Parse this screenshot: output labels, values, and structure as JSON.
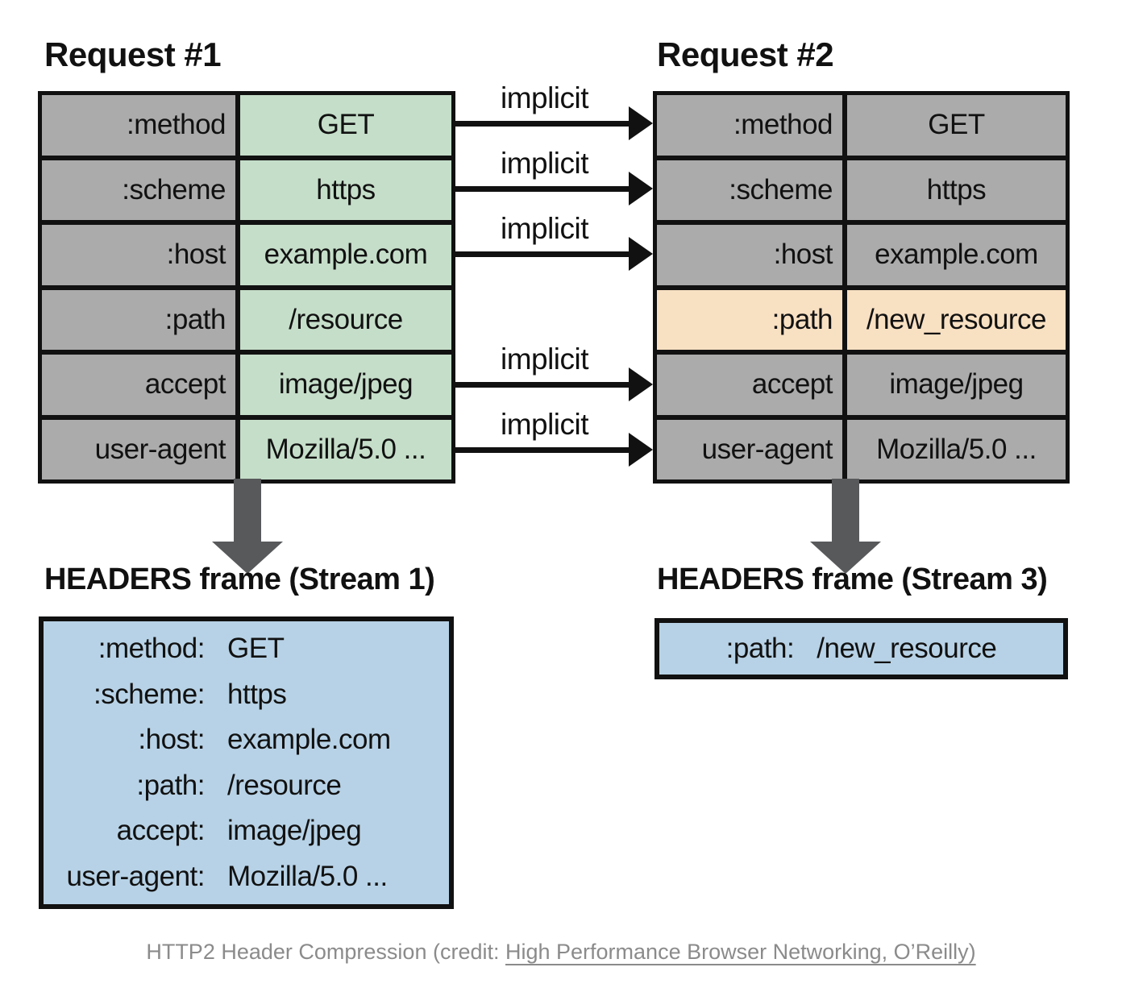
{
  "request1": {
    "title": "Request #1",
    "rows": [
      {
        "key": ":method",
        "value": "GET"
      },
      {
        "key": ":scheme",
        "value": "https"
      },
      {
        "key": ":host",
        "value": "example.com"
      },
      {
        "key": ":path",
        "value": "/resource"
      },
      {
        "key": "accept",
        "value": "image/jpeg"
      },
      {
        "key": "user-agent",
        "value": "Mozilla/5.0 ..."
      }
    ]
  },
  "request2": {
    "title": "Request #2",
    "rows": [
      {
        "key": ":method",
        "value": "GET",
        "highlight": false
      },
      {
        "key": ":scheme",
        "value": "https",
        "highlight": false
      },
      {
        "key": ":host",
        "value": "example.com",
        "highlight": false
      },
      {
        "key": ":path",
        "value": "/new_resource",
        "highlight": true
      },
      {
        "key": "accept",
        "value": "image/jpeg",
        "highlight": false
      },
      {
        "key": "user-agent",
        "value": "Mozilla/5.0 ...",
        "highlight": false
      }
    ]
  },
  "arrows": {
    "implicit_label": "implicit",
    "implicit_rows": [
      ":method",
      ":scheme",
      ":host",
      "accept",
      "user-agent"
    ]
  },
  "stream1": {
    "title": "HEADERS frame (Stream 1)",
    "lines": [
      {
        "key": ":method:",
        "value": "GET"
      },
      {
        "key": ":scheme:",
        "value": "https"
      },
      {
        "key": ":host:",
        "value": "example.com"
      },
      {
        "key": ":path:",
        "value": "/resource"
      },
      {
        "key": "accept:",
        "value": "image/jpeg"
      },
      {
        "key": "user-agent:",
        "value": "Mozilla/5.0 ..."
      }
    ]
  },
  "stream3": {
    "title": "HEADERS frame (Stream 3)",
    "lines": [
      {
        "key": ":path:",
        "value": "/new_resource"
      }
    ]
  },
  "caption": {
    "prefix": "HTTP2 Header Compression (credit: ",
    "link": "High Performance Browser Networking, O’Reilly)"
  },
  "colors": {
    "header_gray": "#ababab",
    "value_green": "#c5dec9",
    "highlight_orange": "#f8e0c2",
    "frame_blue": "#b7d2e6",
    "block_arrow_gray": "#58595b",
    "line_black": "#111111",
    "caption_gray": "#8b8b8b"
  }
}
